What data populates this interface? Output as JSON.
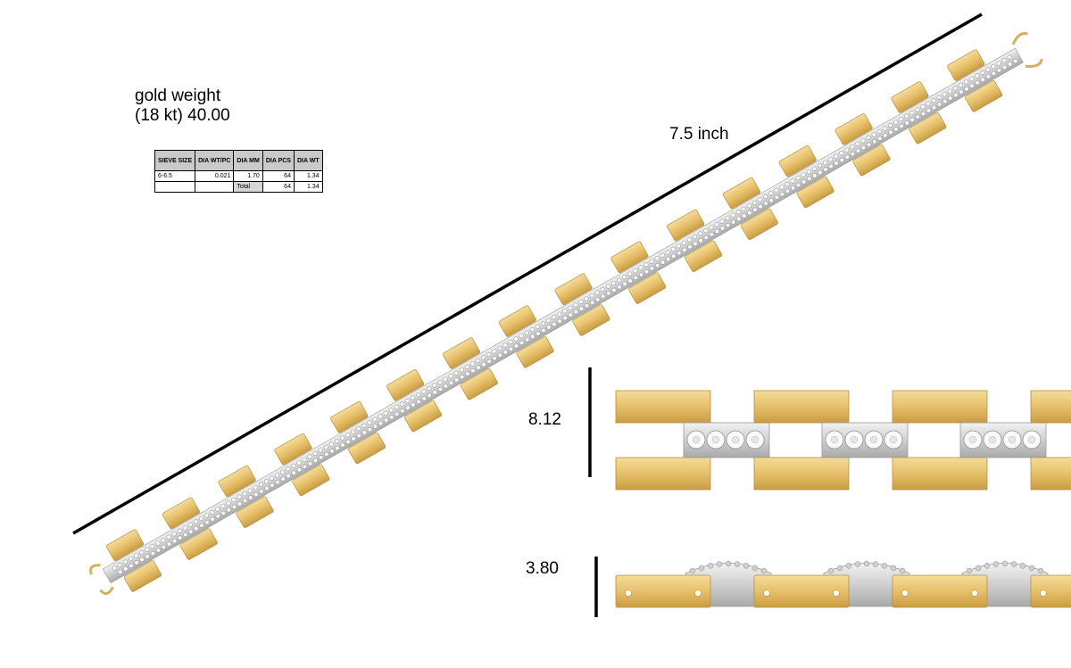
{
  "gold_weight": {
    "line1": "gold weight",
    "line2": "(18 kt) 40.00"
  },
  "table": {
    "headers": [
      "SIEVE SIZE",
      "DIA WT/PC",
      "DIA MM",
      "DIA PCS",
      "DIA WT"
    ],
    "row": [
      "6-6.5",
      "0.021",
      "1.70",
      "64",
      "1.34"
    ],
    "total": {
      "label": "Total",
      "pcs": "64",
      "wt": "1.34"
    }
  },
  "dimensions": {
    "length": "7.5 inch",
    "width": "8.12",
    "height": "3.80"
  },
  "colors": {
    "gold": "#e9c87a",
    "gold_dark": "#c9a24e",
    "silver": "#d9d9d9",
    "line": "#000000"
  }
}
